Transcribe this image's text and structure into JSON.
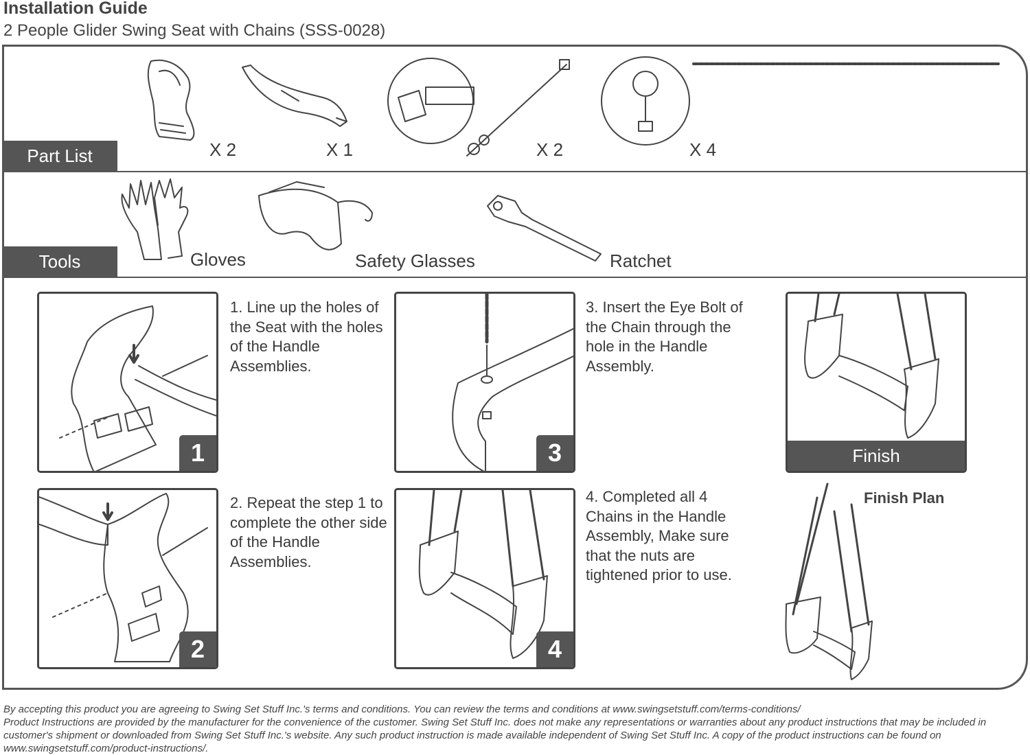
{
  "header": {
    "title": "Installation Guide",
    "subtitle": "2 People Glider Swing Seat with Chains (SSS-0028)"
  },
  "part_list": {
    "label": "Part List",
    "items": [
      {
        "name": "handle-assembly",
        "qty": "X 2"
      },
      {
        "name": "seat",
        "qty": "X 1"
      },
      {
        "name": "bolt-set",
        "qty": "X 2"
      },
      {
        "name": "eye-bolt",
        "qty": "X 4"
      },
      {
        "name": "chain",
        "qty": ""
      }
    ]
  },
  "tools": {
    "label": "Tools",
    "items": [
      {
        "name": "Gloves"
      },
      {
        "name": "Safety Glasses"
      },
      {
        "name": "Ratchet"
      }
    ]
  },
  "steps": [
    {
      "number": "1",
      "text": "1. Line up the holes of the Seat with the holes of the Handle Assemblies."
    },
    {
      "number": "2",
      "text": "2. Repeat the step 1 to complete the other side of the Handle Assemblies."
    },
    {
      "number": "3",
      "text": "3. Insert the Eye Bolt of the Chain through the hole in the Handle Assembly."
    },
    {
      "number": "4",
      "text": "4. Completed all 4 Chains in the Handle Assembly, Make sure that the nuts are tightened prior to use."
    }
  ],
  "finish": {
    "label": "Finish",
    "plan_label": "Finish Plan"
  },
  "footer": {
    "line1": "By accepting this product you are agreeing to Swing Set Stuff Inc.'s terms and conditions. You can review the terms and conditions at www.swingsetstuff.com/terms-conditions/",
    "line2": "Product Instructions are provided by the manufacturer for the convenience of the customer. Swing Set Stuff Inc. does not make any representations or warranties about any product instructions that may be included in customer's shipment or downloaded from Swing Set Stuff Inc.'s website. Any such product instruction is made available independent of Swing Set Stuff Inc.  A copy of the product instructions can be found on www.swingsetstuff.com/product-instructions/."
  }
}
